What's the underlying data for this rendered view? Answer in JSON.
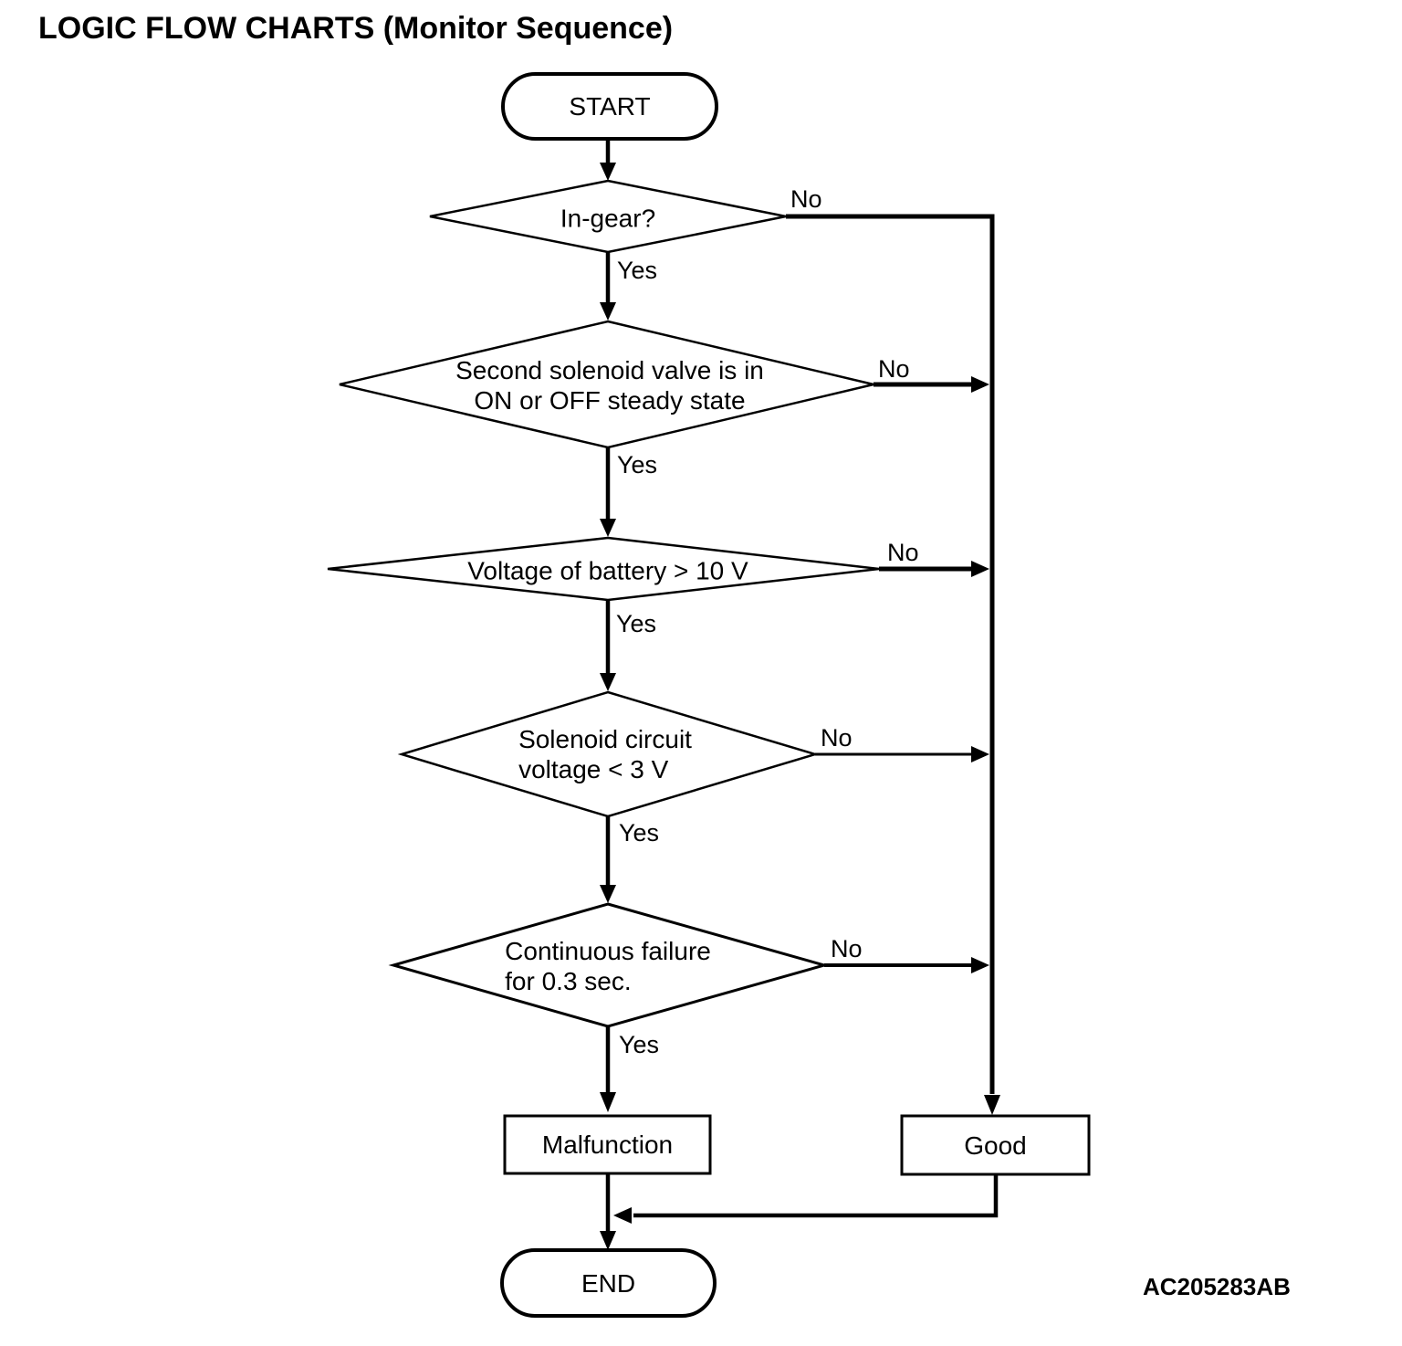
{
  "page": {
    "title": "LOGIC FLOW CHARTS (Monitor Sequence)",
    "figure_code": "AC205283AB"
  },
  "flow": {
    "start_label": "START",
    "end_label": "END",
    "yes_label": "Yes",
    "no_label": "No",
    "decisions": [
      {
        "id": "in-gear",
        "lines": [
          "In-gear?"
        ]
      },
      {
        "id": "second-solenoid-steady-state",
        "lines": [
          "Second solenoid valve is in",
          "ON or OFF steady state"
        ]
      },
      {
        "id": "battery-voltage",
        "lines": [
          "Voltage of battery > 10 V"
        ]
      },
      {
        "id": "solenoid-circuit-voltage",
        "lines": [
          "Solenoid circuit",
          "voltage < 3 V"
        ]
      },
      {
        "id": "continuous-failure",
        "lines": [
          "Continuous failure",
          "for 0.3 sec."
        ]
      }
    ],
    "outcomes": {
      "malfunction": "Malfunction",
      "good": "Good"
    }
  }
}
